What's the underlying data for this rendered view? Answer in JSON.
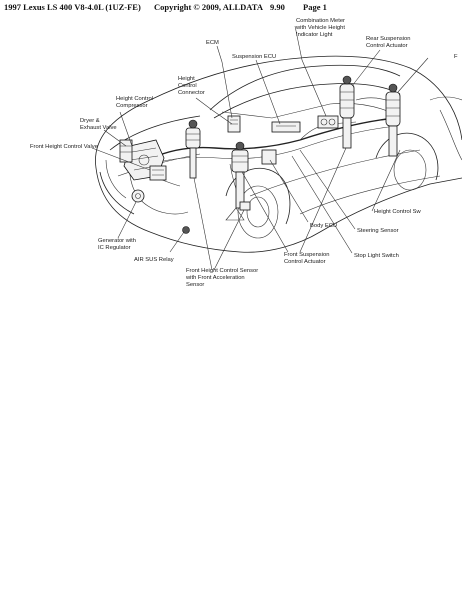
{
  "header": {
    "model": "1997 Lexus LS 400 V8-4.0L (1UZ-FE)",
    "copyright": "Copyright © 2009, ALLDATA",
    "version": "9.90",
    "page": "Page 1"
  },
  "labels": {
    "ecm": "ECM",
    "suspension_ecu": "Suspension ECU",
    "height_control_connector": [
      "Height",
      "Control",
      "Connector"
    ],
    "combination_meter": [
      "Combination Meter",
      "with Vehicle Height",
      "Indicator Light"
    ],
    "rear_suspension_actuator": [
      "Rear Suspension",
      "Control Actuator"
    ],
    "height_control_compressor": [
      "Height Control",
      "Compressor"
    ],
    "dryer_exhaust_valve": [
      "Dryer &",
      "Exhaust Valve"
    ],
    "front_height_control_valve": "Front Height Control Valve",
    "height_control_switch": "Height Control Sw",
    "body_ecu": "Body ECU",
    "steering_sensor": "Steering Sensor",
    "generator": [
      "Generator with",
      "IC Regulator"
    ],
    "front_suspension_actuator": [
      "Front Suspension",
      "Control Actuator"
    ],
    "stop_light_switch": "Stop Light Switch",
    "air_sus_relay": "AIR SUS Relay",
    "front_height_sensor": [
      "Front Height Control Sensor",
      "with Front Acceleration",
      "Sensor"
    ],
    "edge_cut": "F"
  }
}
